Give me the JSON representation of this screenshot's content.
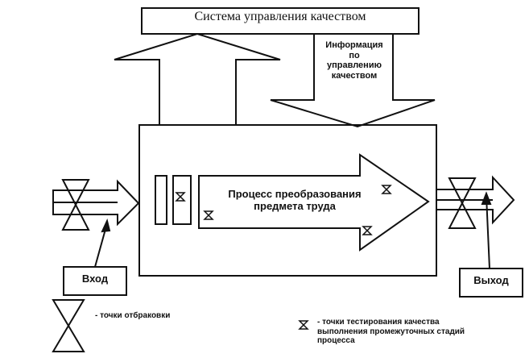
{
  "quality_system": {
    "title": "Система управления качеством"
  },
  "info_flow": {
    "lines": [
      "Информация",
      "по",
      "управлению",
      "качеством"
    ]
  },
  "process": {
    "lines": [
      "Процесс преобразования",
      "предмета труда"
    ]
  },
  "input": {
    "label": "Вход"
  },
  "output": {
    "label": "Выход"
  },
  "legend": {
    "reject_points": "- точки отбраковки",
    "test_points": [
      "- точки тестирования качества",
      "выполнения промежуточных стадий",
      "процесса"
    ]
  },
  "colors": {
    "stroke": "#111111",
    "background": "#ffffff"
  }
}
